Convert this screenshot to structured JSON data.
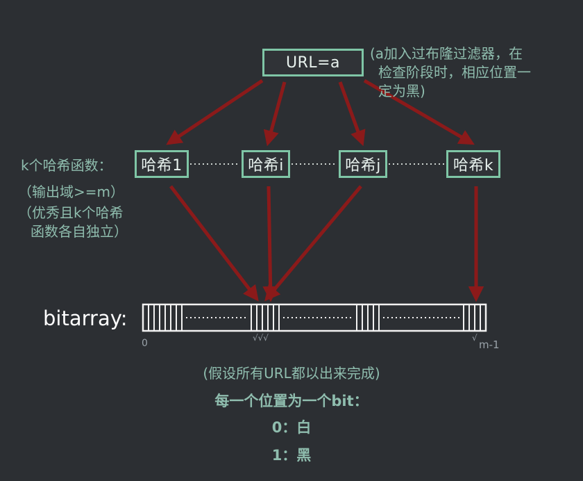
{
  "url_box": "URL=a",
  "note_a": [
    "(a加入过布隆过滤器，在",
    "检查阶段时，相应位置一",
    "定为黑)"
  ],
  "hash_label": "k个哈希函数：",
  "hash_note_1": "（输出域>=m）",
  "hash_note_2": [
    "（优秀且k个哈希",
    "函数各自独立）"
  ],
  "hash_boxes": [
    "哈希1",
    "哈希i",
    "哈希j",
    "哈希k"
  ],
  "bitarray_label": "bitarray:",
  "tick_start": "0",
  "tick_mid": "√√√",
  "tick_end_mark": "√",
  "tick_end": "m-1",
  "footer": {
    "assumption": "(假设所有URL都以出来完成)",
    "bit_desc": "每一个位置为一个bit：",
    "zero": "0：白",
    "one": "1：黑"
  },
  "colors": {
    "background": "#2c2f33",
    "box_border": "#7fc6a6",
    "arrow": "#8b1a1a",
    "text_teal": "#8fbdae"
  }
}
